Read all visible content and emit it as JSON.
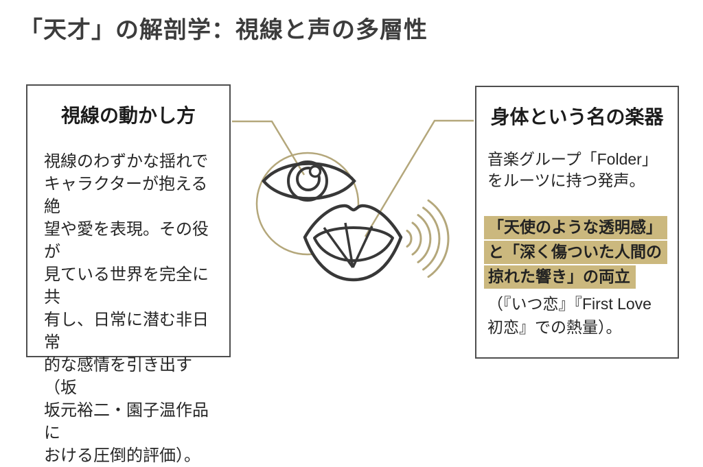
{
  "title": "「天才」の解剖学：視線と声の多層性",
  "colors": {
    "background": "#ffffff",
    "text": "#262626",
    "title_text": "#3c3c3c",
    "box_border": "#4e4e4e",
    "gold_accent": "#b4a77b",
    "highlight_background": "#cbb87e",
    "illustration_stroke": "#383838"
  },
  "left_box": {
    "heading": "視線の動かし方",
    "body_lines": [
      "視線のわずかな揺れで",
      "キャラクターが抱える絶",
      "望や愛を表現。その役が",
      "見ている世界を完全に共",
      "有し、日常に潜む非日常",
      "的な感情を引き出す（坂",
      "坂元裕二・園子温作品に",
      "おける圧倒的評価）。"
    ]
  },
  "right_box": {
    "heading": "身体という名の楽器",
    "intro_lines": [
      "音楽グループ「Folder」",
      "をルーツに持つ発声。"
    ],
    "highlight_lines": [
      "「天使のような透明感」",
      "と「深く傷ついた人間の",
      "掠れた響き」の両立"
    ],
    "outro_lines": [
      "（『いつ恋』『First Love",
      "初恋』での熱量）。"
    ]
  },
  "illustration": {
    "icons": [
      "eye-icon",
      "lips-icon",
      "sound-waves-icon",
      "gold-circle",
      "connector-left",
      "connector-right"
    ]
  }
}
